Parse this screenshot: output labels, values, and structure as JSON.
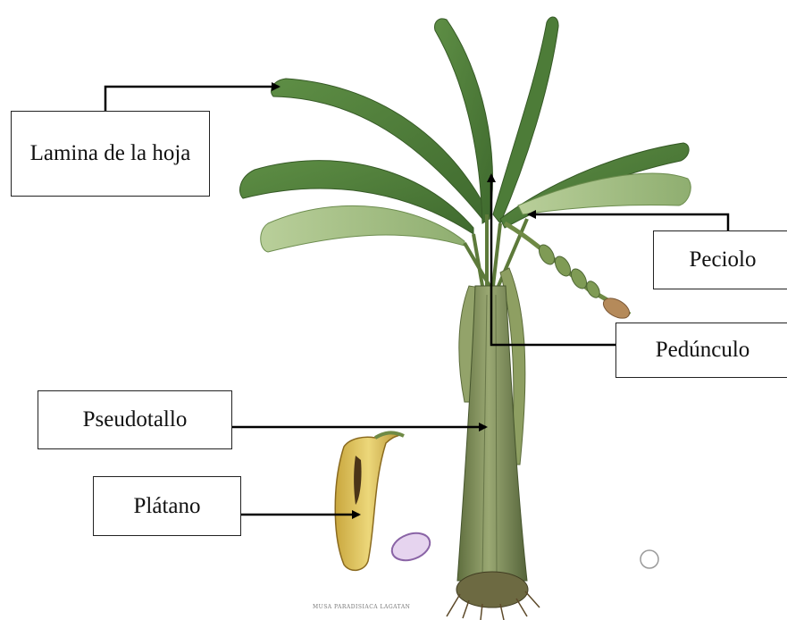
{
  "labels": {
    "lamina": "Lamina de la hoja",
    "peciolo": "Peciolo",
    "pedunculo": "Pedúnculo",
    "pseudotallo": "Pseudotallo",
    "platano": "Plátano"
  },
  "plate": {
    "caption": "MUSA PARADISIACA LAGATAN"
  },
  "colors": {
    "leaf_dark": "#4f7d3a",
    "leaf_light": "#a9c28a",
    "stem": "#7f8d58",
    "banana": "#d9c15a",
    "arrow": "#000000"
  }
}
